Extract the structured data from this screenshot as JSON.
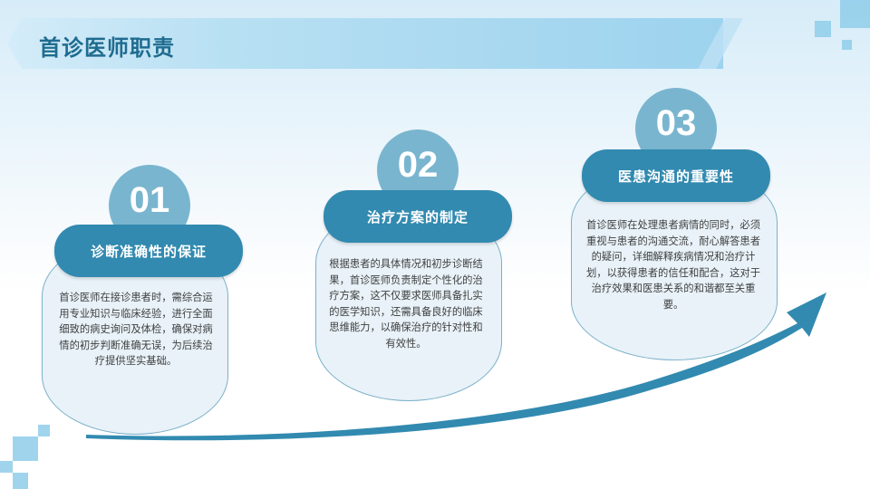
{
  "header": {
    "title": "首诊医师职责"
  },
  "colors": {
    "accent": "#328ab0",
    "circle": "#7ab5cf",
    "card_bg": "#e8f2f8",
    "title": "#1f6c90"
  },
  "steps": [
    {
      "number": "01",
      "label": "诊断准确性的保证",
      "text": "首诊医师在接诊患者时，需综合运用专业知识与临床经验，进行全面细致的病史询问及体检，确保对病情的初步判断准确无误，为后续治疗提供坚实基础。"
    },
    {
      "number": "02",
      "label": "治疗方案的制定",
      "text": "根据患者的具体情况和初步诊断结果，首诊医师负责制定个性化的治疗方案，这不仅要求医师具备扎实的医学知识，还需具备良好的临床思维能力，以确保治疗的针对性和有效性。"
    },
    {
      "number": "03",
      "label": "医患沟通的重要性",
      "text": "首诊医师在处理患者病情的同时，必须重视与患者的沟通交流，耐心解答患者的疑问，详细解释疾病情况和治疗计划，以获得患者的信任和配合，这对于治疗效果和医患关系的和谐都至关重要。"
    }
  ],
  "decorations": {
    "arrow_icon": "trend-arrow-icon"
  }
}
